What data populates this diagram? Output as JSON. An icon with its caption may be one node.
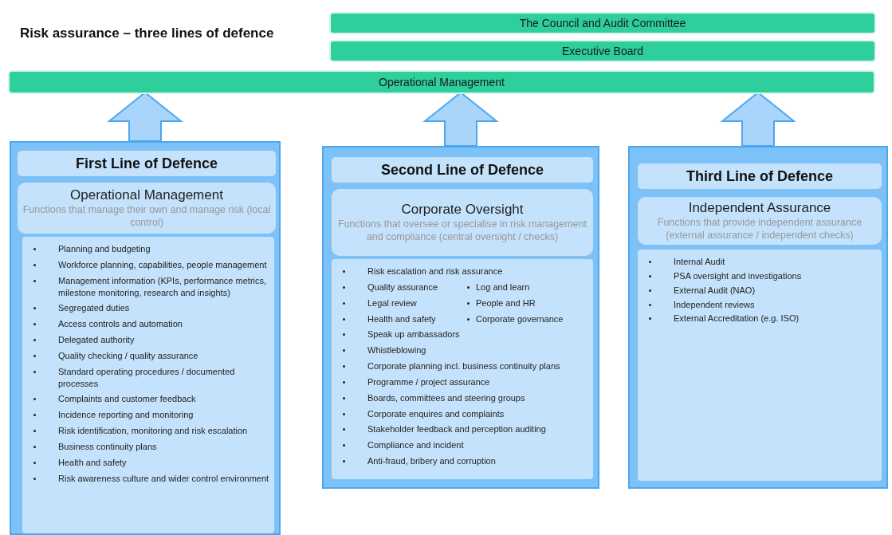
{
  "diagram": {
    "title": "Risk assurance – three lines of defence",
    "nodes": [
      {
        "text": [
          "The Council and Audit Committee"
        ]
      },
      {
        "text": [
          "Executive Board"
        ]
      },
      {
        "text": [
          "Operational Management"
        ]
      },
      {
        "text": [],
        "shape": "box"
      },
      {
        "text": [
          "First Line of Defence"
        ],
        "in": 3
      },
      {
        "text": [
          "Operational Management",
          "Functions that manage their own and manage risk (local control)"
        ],
        "in": 3
      },
      {
        "text": [
          "Planning and budgeting",
          "Workforce planning,  capabilities, people management",
          "Management information (KPIs, performance metrics, milestone monitoring, research and insights)",
          "Segregated duties",
          "Access controls and automation",
          "Delegated authority",
          "Quality checking / quality assurance",
          "Standard operating procedures / documented processes",
          "Complaints and customer feedback",
          "Incidence reporting and monitoring",
          "Risk identification, monitoring and risk escalation",
          "Business continuity plans",
          "Health and safety",
          "Risk awareness culture and wider control environment"
        ],
        "in": 3
      },
      {
        "text": [],
        "shape": "box"
      },
      {
        "text": [
          "Second Line of Defence"
        ],
        "in": 7
      },
      {
        "text": [
          "Corporate Oversight",
          "Functions that oversee or specialise in risk management and compliance (central oversight / checks)"
        ],
        "in": 7
      },
      {
        "text": [
          "Risk escalation and risk assurance",
          "Quality assurance",
          "Log and learn",
          "Legal review",
          "People and HR",
          "Health and safety",
          "Corporate governance",
          "Speak up ambassadors",
          "Whistleblowing",
          "Corporate planning incl. business continuity plans",
          "Programme / project assurance",
          "Boards, committees and steering groups",
          "Corporate enquires and complaints",
          "Stakeholder feedback and perception auditing",
          "Compliance and incident",
          "Anti-fraud, bribery and corruption"
        ],
        "in": 7
      },
      {
        "text": [],
        "shape": "box"
      },
      {
        "text": [
          "Third Line of Defence"
        ],
        "in": 11
      },
      {
        "text": [
          "Independent Assurance",
          "Functions that provide independent assurance (external assurance / independent checks)"
        ],
        "in": 11
      },
      {
        "text": [
          "Internal Audit",
          "PSA oversight and investigations",
          "External Audit (NAO)",
          "Independent reviews",
          "External Accreditation (e.g. ISO)"
        ],
        "in": 11
      }
    ],
    "edges": [
      {
        "from": 3,
        "to": 2,
        "arrow": "to",
        "style": "thick"
      },
      {
        "from": 7,
        "to": 2,
        "arrow": "to",
        "style": "thick"
      },
      {
        "from": 11,
        "to": 2,
        "arrow": "to",
        "style": "thick"
      }
    ]
  }
}
